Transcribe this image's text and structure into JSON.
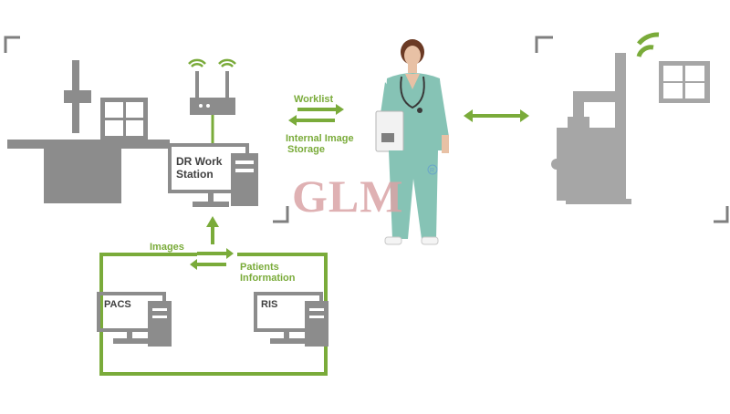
{
  "labels": {
    "dr_workstation_line1": "DR Work",
    "dr_workstation_line2": "Station",
    "worklist": "Worklist",
    "internal_image_line1": "Internal Image",
    "internal_image_line2": "Storage",
    "images": "Images",
    "patients_line1": "Patients",
    "patients_line2": "Information",
    "pacs": "PACS",
    "ris": "RIS"
  },
  "watermark": {
    "text": "GLM",
    "registered": "R"
  },
  "colors": {
    "green": "#7aab3a",
    "gray": "#8c8c8c",
    "light_gray": "#a6a6a6",
    "dark_text": "#404040",
    "scrub": "#86c3b5",
    "watermark": "#d9a3a6"
  }
}
